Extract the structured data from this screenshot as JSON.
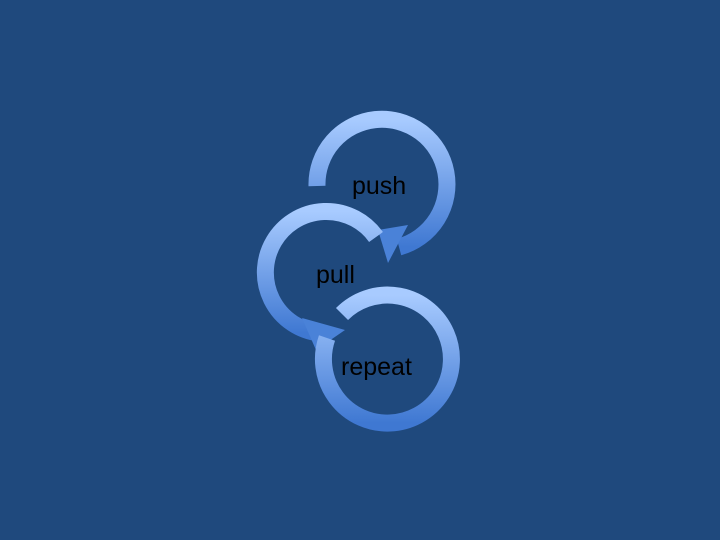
{
  "diagram": {
    "steps": [
      {
        "label": "push"
      },
      {
        "label": "pull"
      },
      {
        "label": "repeat"
      }
    ],
    "colors": {
      "background": "#1f497d",
      "arrow_light": "#a8cbff",
      "arrow_dark": "#3f78d2",
      "text": "#000000"
    }
  }
}
